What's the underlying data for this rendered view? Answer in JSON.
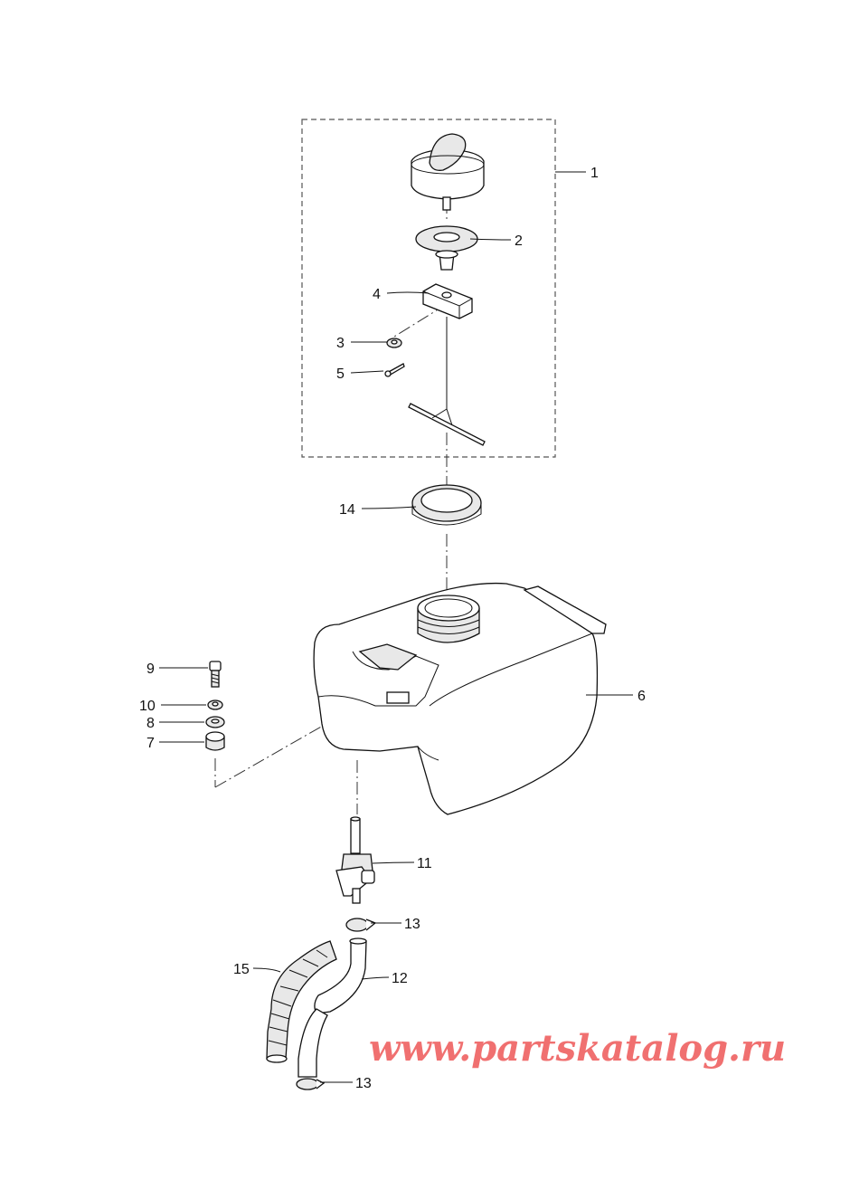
{
  "callouts": {
    "c1": "1",
    "c2": "2",
    "c3": "3",
    "c4": "4",
    "c5": "5",
    "c6": "6",
    "c7": "7",
    "c8": "8",
    "c9": "9",
    "c10": "10",
    "c11": "11",
    "c12": "12",
    "c13a": "13",
    "c13b": "13",
    "c14": "14",
    "c15": "15"
  },
  "watermark": "www.partskatalog.ru",
  "colors": {
    "watermark": "#f07070",
    "line": "#111111",
    "fill": "#ffffff",
    "shade": "#e8e8e8"
  }
}
